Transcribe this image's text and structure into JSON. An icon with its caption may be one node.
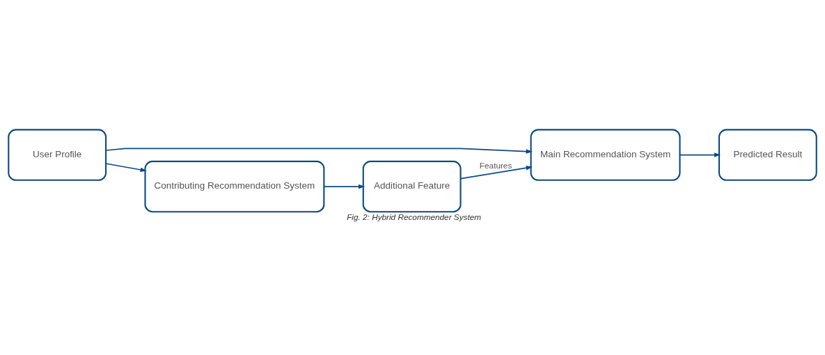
{
  "diagram": {
    "caption": "Fig. 2: Hybrid Recommender System",
    "nodes": [
      {
        "text": [
          "User Profile"
        ]
      },
      {
        "text": [
          "Main Recommendation System"
        ]
      },
      {
        "text": [
          "Predicted Result"
        ]
      },
      {
        "text": [
          "Contributing Recommendation System"
        ]
      },
      {
        "text": [
          "Additional Feature"
        ]
      }
    ],
    "edges": [
      {
        "from": 0,
        "to": 1,
        "arrow": "to"
      },
      {
        "from": 0,
        "to": 3,
        "arrow": "to"
      },
      {
        "from": 1,
        "to": 2,
        "arrow": "to"
      },
      {
        "from": 3,
        "to": 4,
        "arrow": "to"
      },
      {
        "from": 4,
        "to": 1,
        "arrow": "to",
        "label": "Features"
      }
    ]
  }
}
